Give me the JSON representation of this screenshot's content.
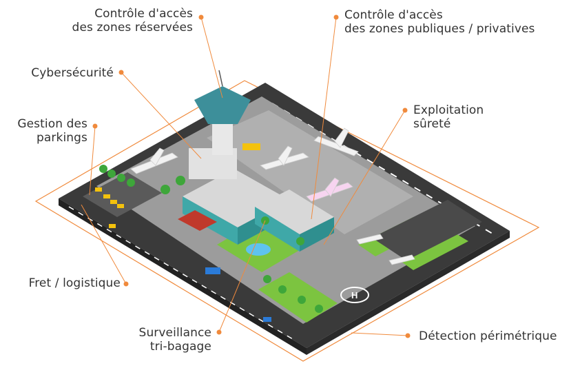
{
  "accent_color": "#f08a3c",
  "labels": {
    "reserved_access": {
      "line1": "Contrôle d'accès",
      "line2": "des zones réservées"
    },
    "public_access": {
      "line1": "Contrôle d'accès",
      "line2": "des zones publiques / privatives"
    },
    "cybersecurity": {
      "line1": "Cybersécurité"
    },
    "parking": {
      "line1": "Gestion des",
      "line2": "parkings"
    },
    "operations": {
      "line1": "Exploitation",
      "line2": "sûreté"
    },
    "freight": {
      "line1": "Fret / logistique"
    },
    "baggage": {
      "line1": "Surveillance",
      "line2": "tri-bagage"
    },
    "perimeter": {
      "line1": "Détection périmétrique"
    }
  },
  "icons": {
    "helipad": "H"
  }
}
